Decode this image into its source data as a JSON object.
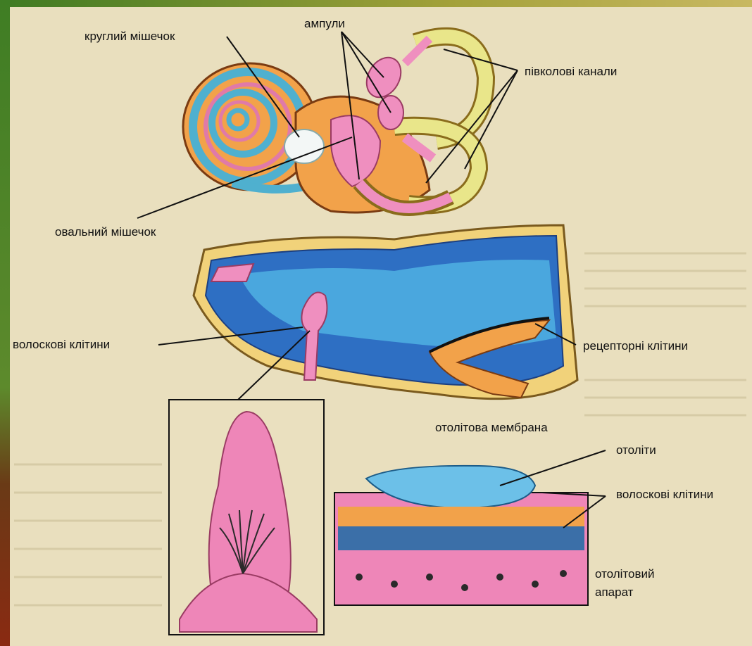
{
  "labels": {
    "sacculus": "круглий мішечок",
    "ampullae": "ампули",
    "canals": "півколові канали",
    "utriculus": "овальний мішечок",
    "hair_cells_left": "волоскові клітини",
    "receptor_cells": "рецепторні клітини",
    "otolith_membrane": "отолітова мембрана",
    "otoliths": "отоліти",
    "hair_cells_right": "волоскові клітини",
    "otolith_apparatus_line1": "отолітовий",
    "otolith_apparatus_line2": "апарат"
  }
}
